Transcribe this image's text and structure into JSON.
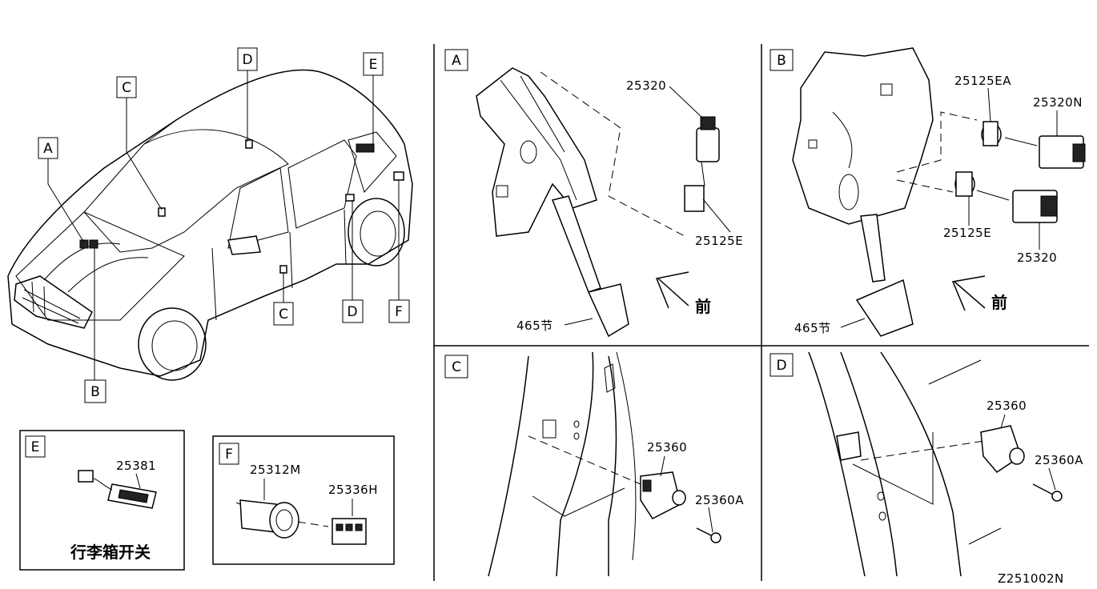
{
  "overview": {
    "callouts": [
      "A",
      "B",
      "C",
      "D",
      "E",
      "C",
      "D",
      "F"
    ]
  },
  "inset_e": {
    "letter": "E",
    "part_number": "25381",
    "caption": "行李箱开关"
  },
  "inset_f": {
    "letter": "F",
    "part_numbers": [
      "25312M",
      "25336H"
    ]
  },
  "panel_a": {
    "letter": "A",
    "labels": [
      "25320",
      "25125E",
      "465"
    ],
    "label_suffix": "节",
    "front_label": "前"
  },
  "panel_b": {
    "letter": "B",
    "labels": [
      "25125EA",
      "25320N",
      "25125E",
      "25320",
      "465"
    ],
    "label_suffix": "节",
    "front_label": "前"
  },
  "panel_c": {
    "letter": "C",
    "labels": [
      "25360",
      "25360A"
    ]
  },
  "panel_d": {
    "letter": "D",
    "labels": [
      "25360",
      "25360A"
    ]
  },
  "diagram_code": "Z251002N"
}
